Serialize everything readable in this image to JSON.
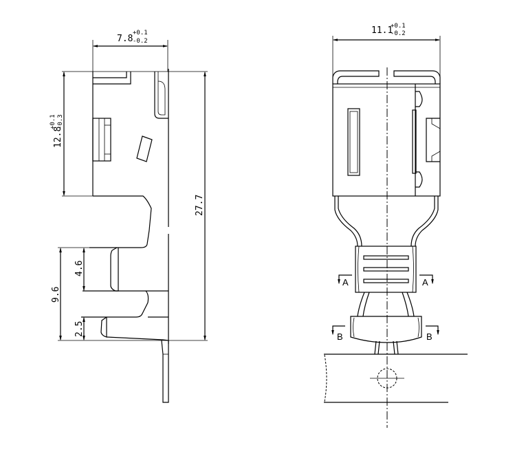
{
  "drawing": {
    "side_view": {
      "width_dim": {
        "value": "7.8",
        "tol_upper": "+0.1",
        "tol_lower": "-0.2"
      },
      "box_height_dim": {
        "value": "12.8",
        "tol_upper": "+0.1",
        "tol_lower": "-0.3"
      },
      "total_length_dim": {
        "value": "27.7"
      },
      "crimp_zone_dim": {
        "value": "9.6"
      },
      "wire_crimp_dim": {
        "value": "4.6"
      },
      "insulation_crimp_dim": {
        "value": "2.5"
      }
    },
    "front_view": {
      "width_dim": {
        "value": "11.1",
        "tol_upper": "+0.1",
        "tol_lower": "-0.2"
      },
      "section_a": {
        "left": "A",
        "right": "A"
      },
      "section_b": {
        "left": "B",
        "right": "B"
      }
    }
  }
}
